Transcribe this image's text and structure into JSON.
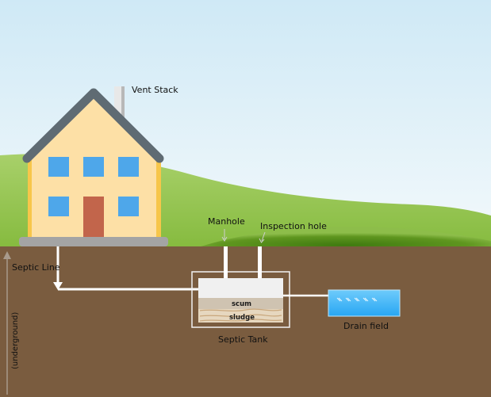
{
  "labels": {
    "vent_stack": "Vent Stack",
    "manhole": "Manhole",
    "inspection_hole": "Inspection hole",
    "septic_line": "Septic Line",
    "scum": "scum",
    "sludge": "sludge",
    "septic_tank": "Septic Tank",
    "drain_field": "Drain field",
    "underground": "(underground)"
  },
  "colors": {
    "sky_top": "#d6ecf6",
    "sky_bottom": "#eef7fb",
    "hill_light": "#9cc95a",
    "hill_dark": "#5b8f1c",
    "soil": "#7a5c3f",
    "house_wall": "#fde0a6",
    "house_side_trim": "#f7c64a",
    "roof": "#5f6b73",
    "window": "#4ea7ea",
    "door": "#c2654b",
    "foundation": "#a4a4a4",
    "pipe": "#ffffff",
    "tank_scum": "#efefef",
    "tank_sludge": "#e2d4bc",
    "drain_water": "#3fb2f7"
  }
}
